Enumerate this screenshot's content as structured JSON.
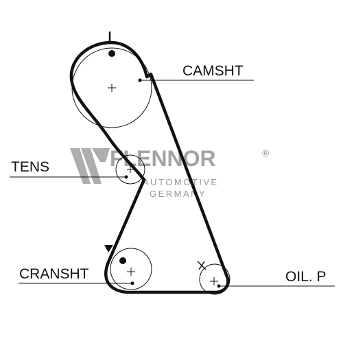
{
  "diagram": {
    "labels": {
      "camshaft": "CAMSHT",
      "tensioner": "TENS",
      "crankshaft": "CRANSHT",
      "oil_pump": "OIL. P"
    },
    "watermark": {
      "brand": "FLENNOR",
      "registered_mark": "®",
      "line1": "AUTOMOTIVE",
      "line2": "GERMANY"
    }
  }
}
